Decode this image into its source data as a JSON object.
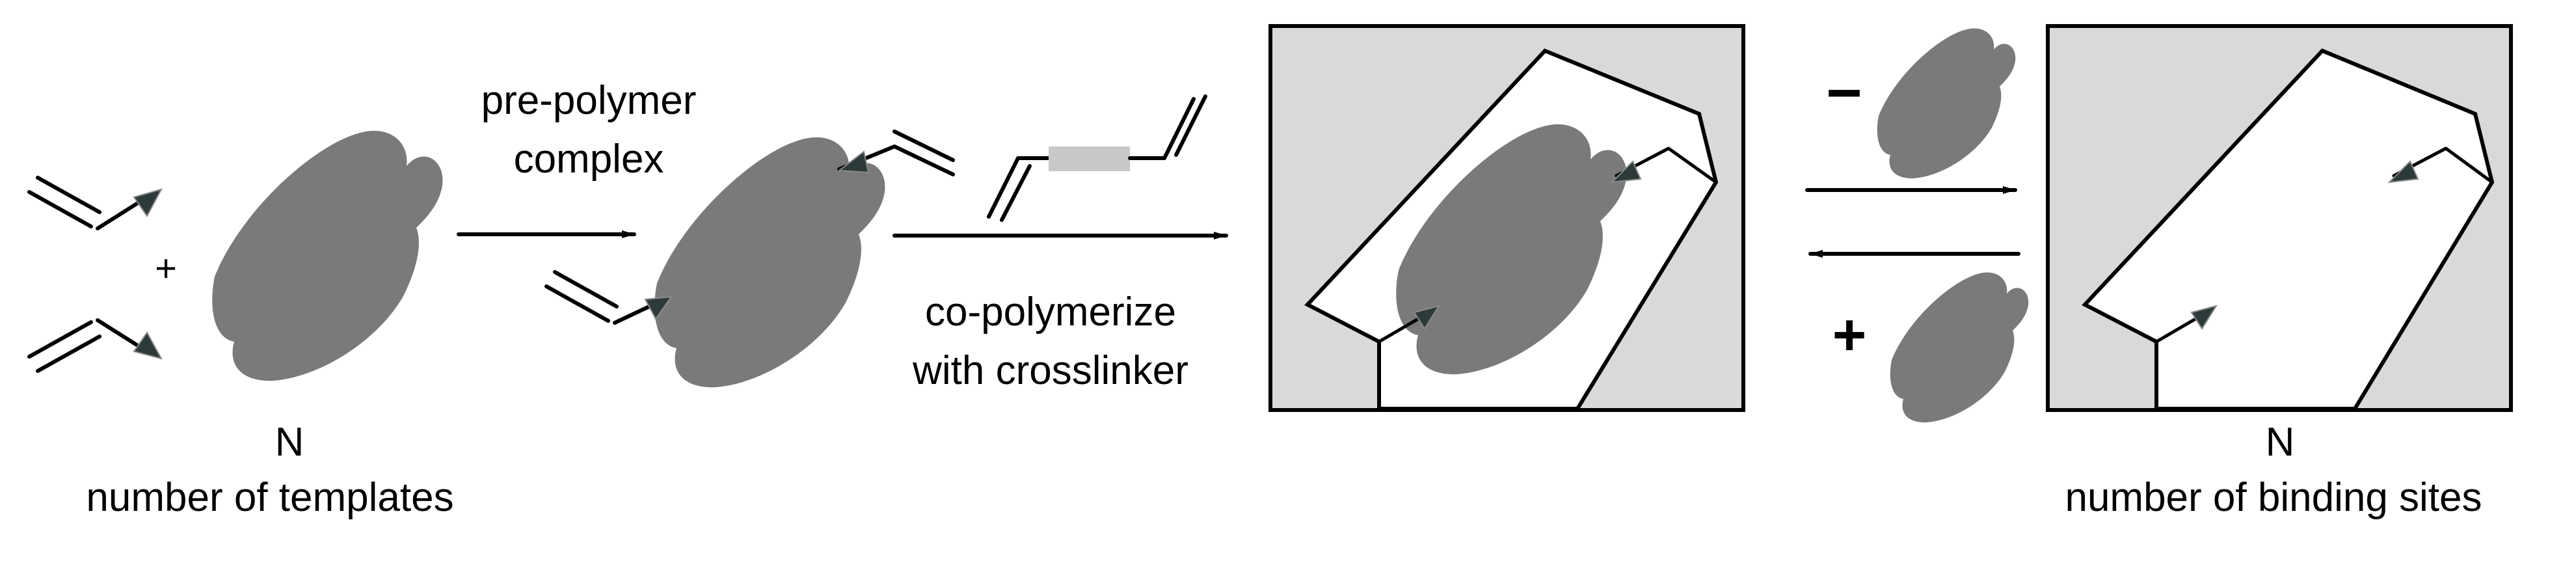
{
  "labels": {
    "templates_count": "N",
    "templates_caption": "number of templates",
    "step1_line1": "pre-polymer",
    "step1_line2": "complex",
    "step2_line1": "co-polymerize",
    "step2_line2": "with crosslinker",
    "plus": "+",
    "remove_sign": "−",
    "add_sign": "+",
    "sites_count": "N",
    "sites_caption": "number of binding sites"
  },
  "colors": {
    "template": "#7a7a7a",
    "polymer": "#d9d9d9",
    "crosslinker_core": "#c8c8c8",
    "arrowhead": "#2c3a3a"
  }
}
